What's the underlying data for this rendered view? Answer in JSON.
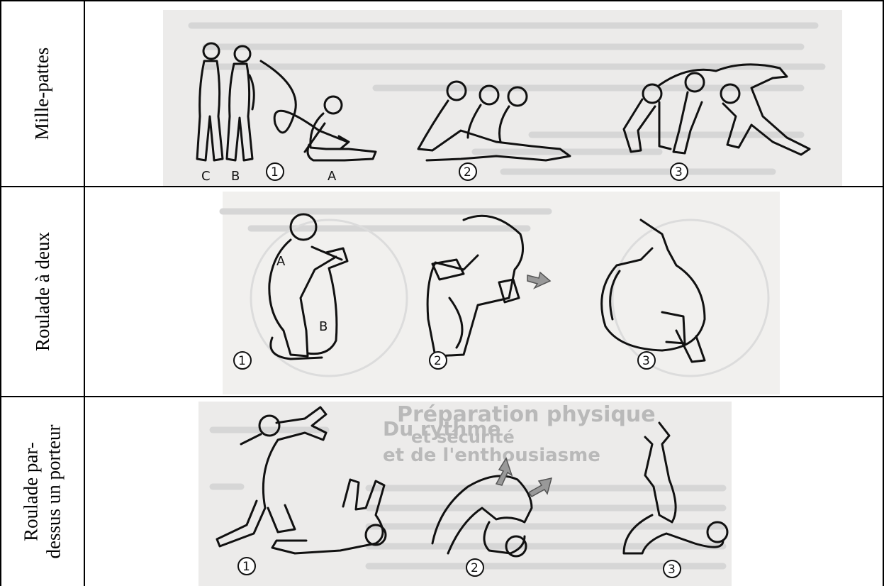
{
  "rows": [
    {
      "label": "Mille-pattes",
      "figure_labels": [
        "C",
        "B",
        "A"
      ],
      "steps": [
        "1",
        "2",
        "3"
      ]
    },
    {
      "label": "Roulade à deux",
      "figure_labels": [
        "A",
        "B"
      ],
      "steps": [
        "1",
        "2",
        "3"
      ]
    },
    {
      "label_line1": "Roulade par-",
      "label_line2": "dessus un porteur",
      "steps": [
        "1",
        "2",
        "3"
      ]
    }
  ],
  "background_text": {
    "title_line1": "Du rythme",
    "title_line2": "et de l'enthousiasme",
    "title_right_line1": "Préparation physique",
    "title_right_line2": "et sécurité"
  },
  "colors": {
    "border": "#000000",
    "scan_paper": "#ecebea",
    "ink": "#111111"
  }
}
